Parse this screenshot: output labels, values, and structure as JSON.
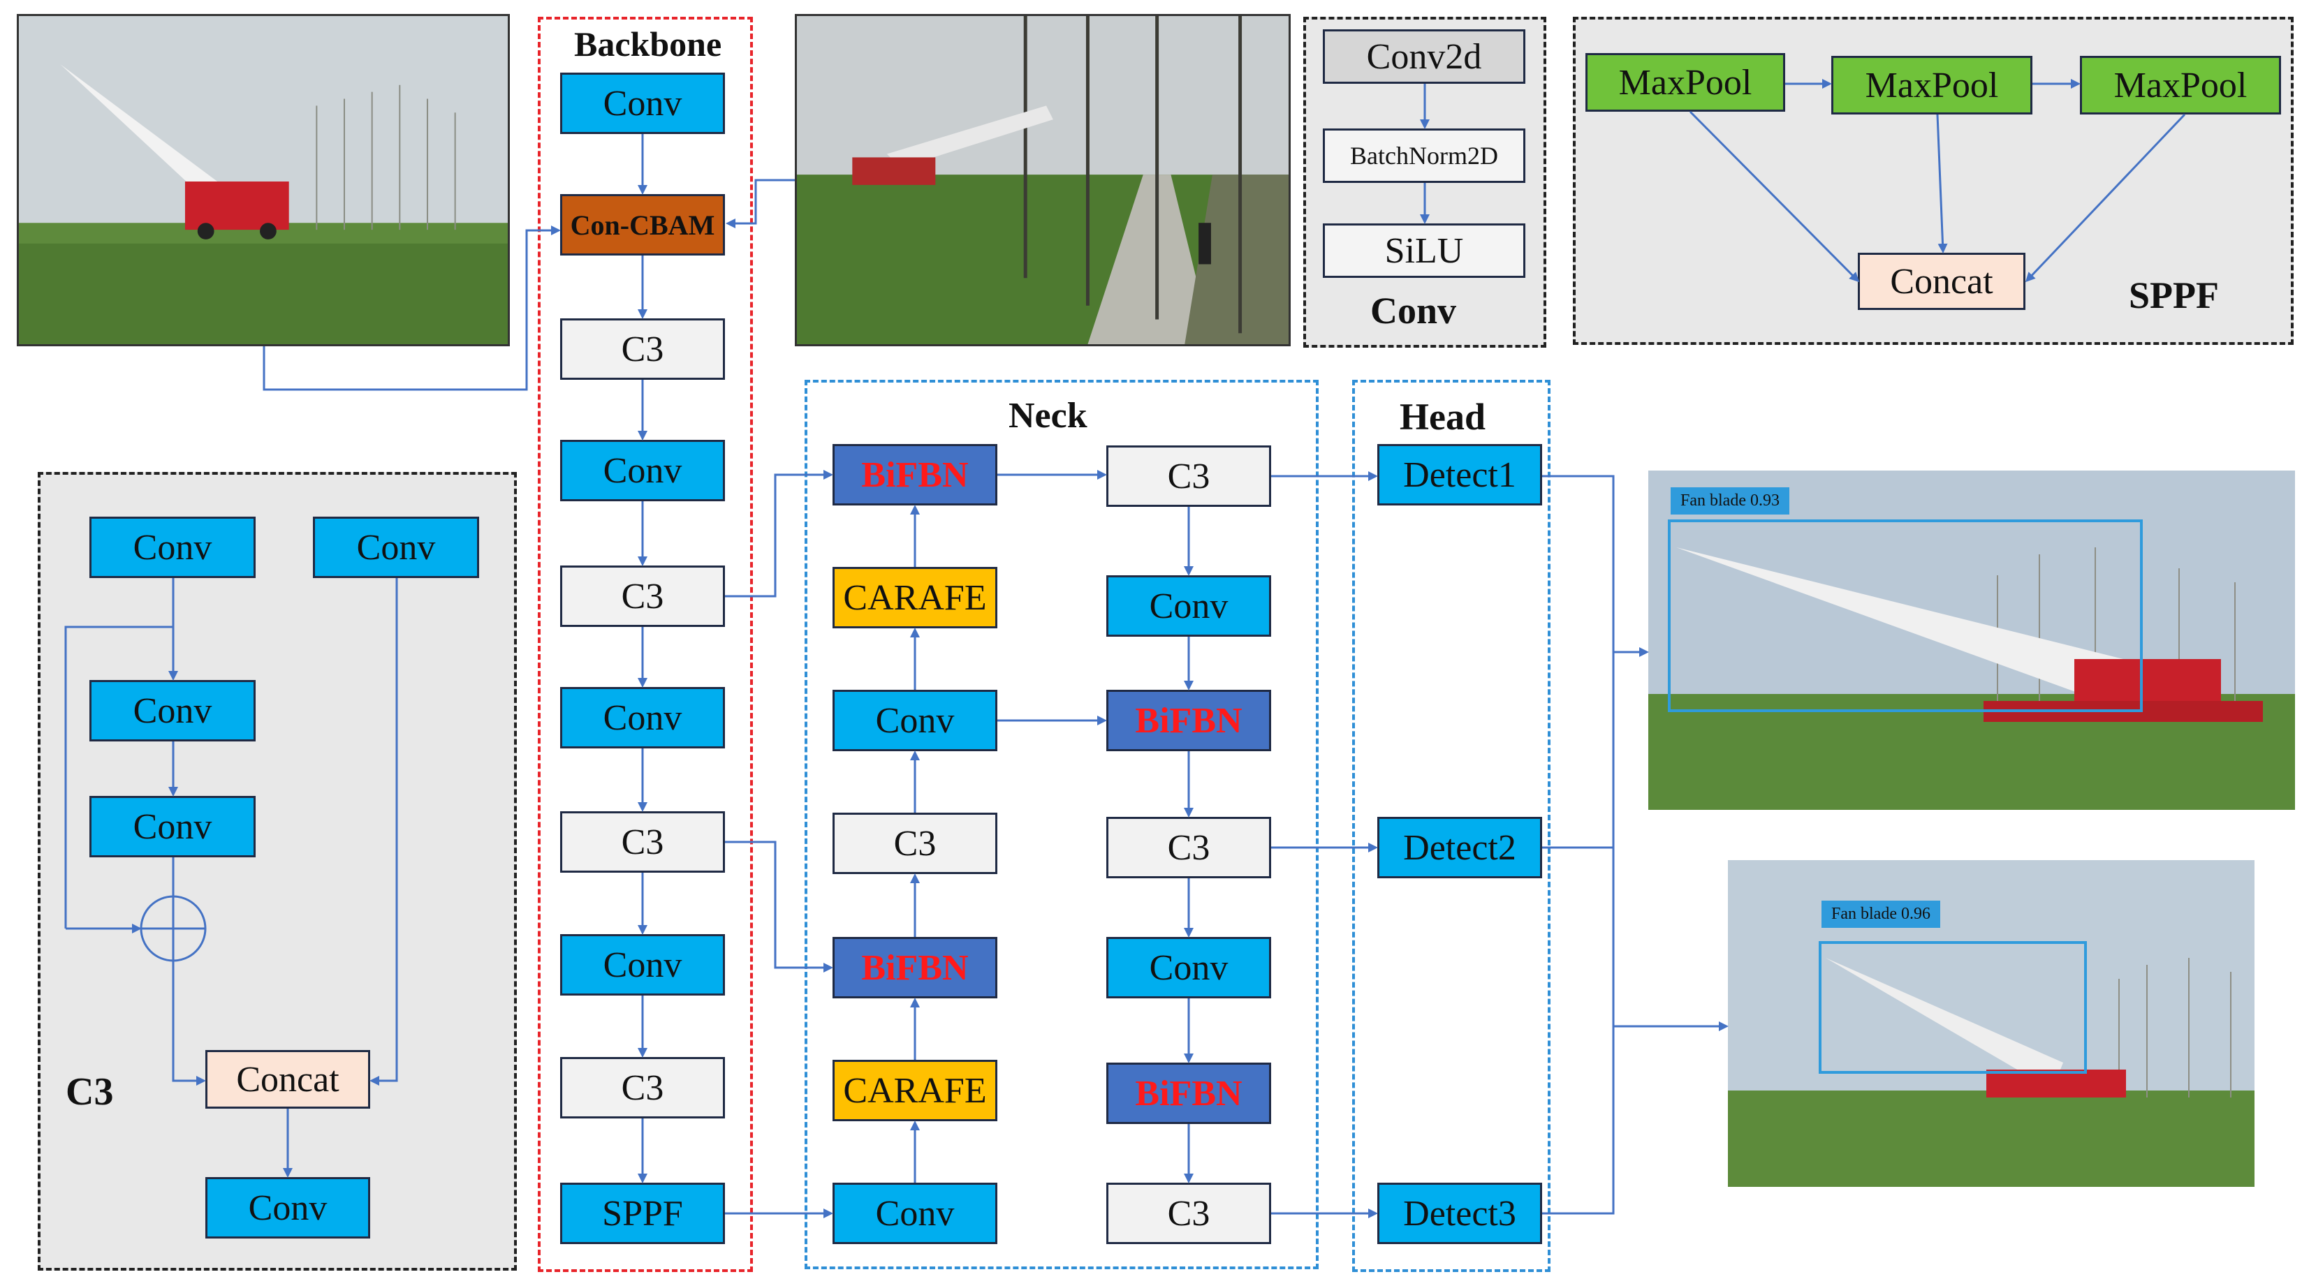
{
  "backbone": {
    "title": "Backbone",
    "nodes": [
      "Conv",
      "Con-CBAM",
      "C3",
      "Conv",
      "C3",
      "Conv",
      "C3",
      "Conv",
      "C3",
      "SPPF"
    ]
  },
  "neck": {
    "title": "Neck",
    "left_column": [
      "BiFBN",
      "CARAFE",
      "Conv",
      "C3",
      "BiFBN",
      "CARAFE",
      "Conv"
    ],
    "right_column": [
      "C3",
      "Conv",
      "BiFBN",
      "C3",
      "Conv",
      "BiFBN",
      "C3"
    ]
  },
  "head": {
    "title": "Head",
    "detectors": [
      "Detect1",
      "Detect2",
      "Detect3"
    ]
  },
  "conv_module": {
    "title": "Conv",
    "layers": [
      "Conv2d",
      "BatchNorm2D",
      "SiLU"
    ]
  },
  "sppf_module": {
    "title": "SPPF",
    "pools": [
      "MaxPool",
      "MaxPool",
      "MaxPool"
    ],
    "concat": "Concat"
  },
  "c3_module": {
    "title": "C3",
    "conv_a": "Conv",
    "conv_b": "Conv",
    "conv_c": "Conv",
    "conv_d": "Conv",
    "concat": "Concat",
    "conv_out": "Conv"
  },
  "detections": [
    {
      "label": "Fan blade 0.93"
    },
    {
      "label": "Fan blade 0.96"
    }
  ],
  "colors": {
    "conv": "#00aeef",
    "c3": "#f2f2f2",
    "cbam": "#c55a11",
    "bifbn": "#4472c4",
    "bifbn_text": "#ff1a1a",
    "carafe": "#ffc000",
    "concat": "#fce4d6",
    "maxpool": "#70c23a",
    "wire": "#4472c4",
    "backbone_border": "#e8242a",
    "neck_border": "#2f8fd6"
  }
}
